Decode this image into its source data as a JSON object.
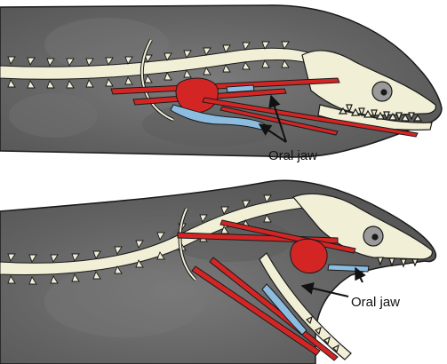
{
  "panels": [
    {
      "callout": "Oral jaw"
    },
    {
      "callout": "Oral jaw"
    }
  ],
  "colors": {
    "body": "#6c6c6c",
    "outline": "#1a1a1a",
    "bone": "#f1efd6",
    "muscle": "#d42525",
    "pharyngeal_jaw": "#8cbde0",
    "background": "#ffffff"
  },
  "icons": [
    "eel-head-closed-mouth",
    "eel-head-open-mouth",
    "arrow-pointer"
  ]
}
